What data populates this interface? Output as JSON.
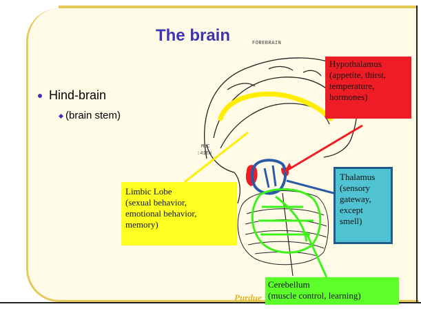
{
  "slide": {
    "title": "The brain",
    "diagram_label": "FOREBRAIN",
    "bullets": [
      {
        "text": "Hind-brain"
      },
      {
        "text": "(brain stem)"
      }
    ],
    "footer": "Purdue"
  },
  "callouts": {
    "hypothalamus": [
      "Hypothalamus",
      "(appetite, thirst,",
      "temperature,",
      "hormones)"
    ],
    "thalamus": [
      "Thalamus",
      "(sensory",
      "gateway,",
      "except",
      "smell)"
    ],
    "limbic": [
      "Limbic Lobe",
      "(sexual behavior,",
      "emotional behavior,",
      "memory)"
    ],
    "cerebellum": [
      "Cerebellum",
      "(muscle control, learning)"
    ]
  },
  "colors": {
    "title": "#3d35b3",
    "frame": "#e7c95a",
    "hypothalamus": "#ee1c24",
    "thalamus_fill": "#4fc3d2",
    "thalamus_border": "#1f5c8c",
    "limbic": "#ffff22",
    "cerebellum": "#5cff2a"
  }
}
